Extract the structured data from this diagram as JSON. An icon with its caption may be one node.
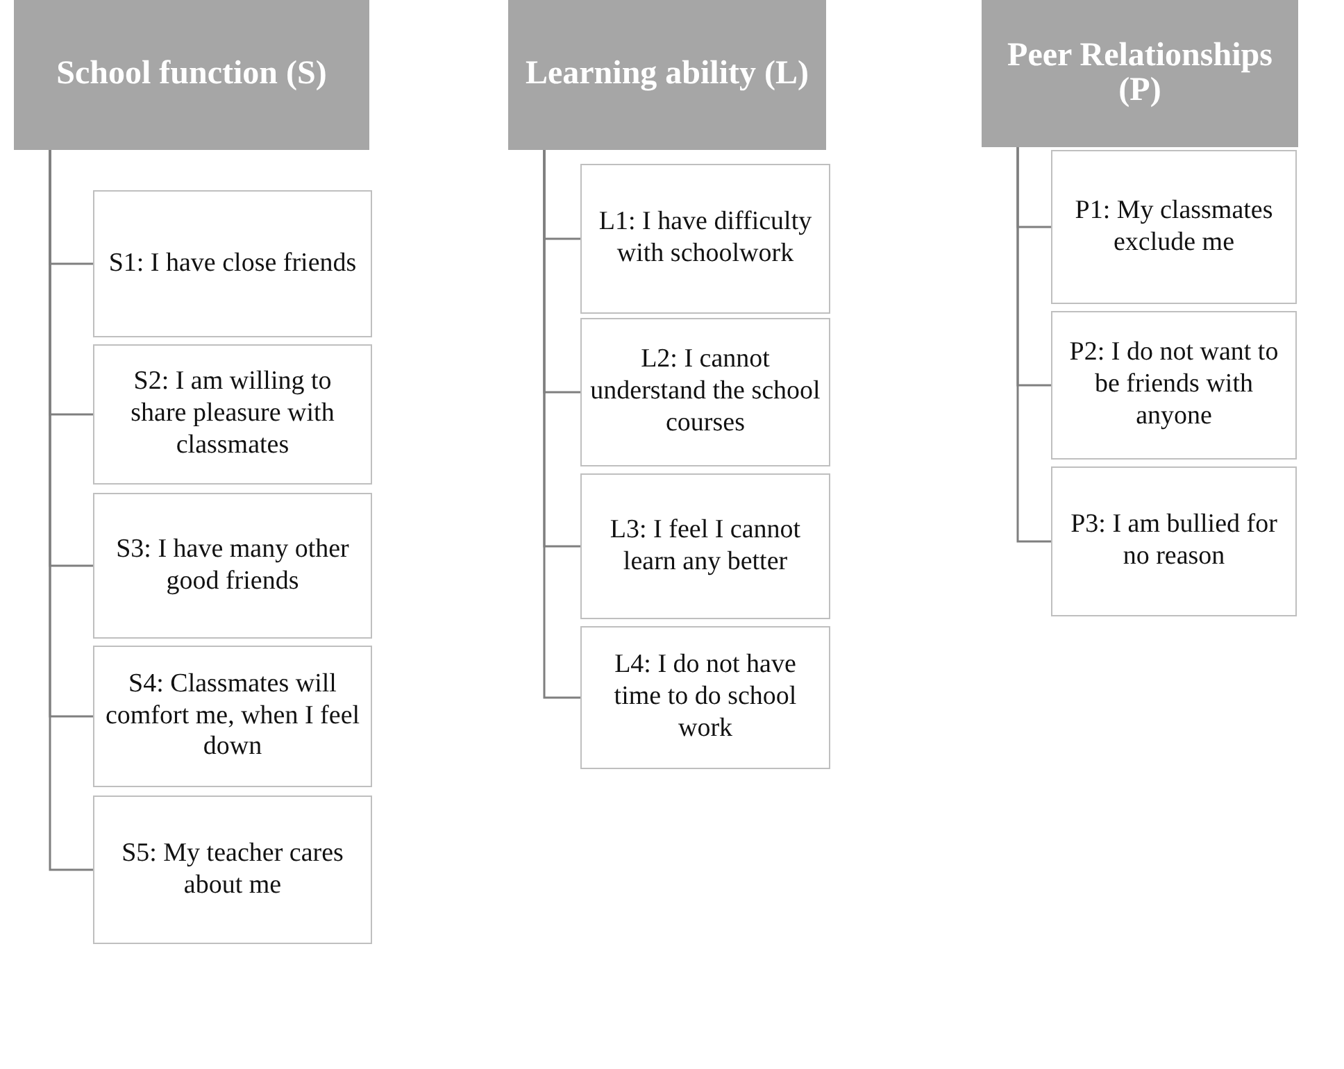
{
  "diagram": {
    "nodes": [
      {
        "text": [
          "School function (S)"
        ]
      },
      {
        "text": [
          "S1: I have close friends"
        ]
      },
      {
        "text": [
          "S2: I am willing to share pleasure with classmates"
        ]
      },
      {
        "text": [
          "S3: I have many other good friends"
        ]
      },
      {
        "text": [
          "S4: Classmates will comfort me, when I feel down"
        ]
      },
      {
        "text": [
          "S5: My teacher cares about me"
        ]
      },
      {
        "text": [
          "Learning ability (L)"
        ]
      },
      {
        "text": [
          "L1: I have difficulty with schoolwork"
        ]
      },
      {
        "text": [
          "L2: I cannot understand the school courses"
        ]
      },
      {
        "text": [
          "L3: I feel I cannot learn any better"
        ]
      },
      {
        "text": [
          "L4: I do not have time to do school work"
        ]
      },
      {
        "text": [
          "Peer Relationships (P)"
        ]
      },
      {
        "text": [
          "P1: My classmates exclude me"
        ]
      },
      {
        "text": [
          "P2: I do not want to be friends with anyone"
        ]
      },
      {
        "text": [
          "P3: I am bullied for no reason"
        ]
      }
    ],
    "edges": [
      {
        "from": 0,
        "to": 1,
        "arrow": "none"
      },
      {
        "from": 0,
        "to": 2,
        "arrow": "none"
      },
      {
        "from": 0,
        "to": 3,
        "arrow": "none"
      },
      {
        "from": 0,
        "to": 4,
        "arrow": "none"
      },
      {
        "from": 0,
        "to": 5,
        "arrow": "none"
      },
      {
        "from": 6,
        "to": 7,
        "arrow": "none"
      },
      {
        "from": 6,
        "to": 8,
        "arrow": "none"
      },
      {
        "from": 6,
        "to": 9,
        "arrow": "none"
      },
      {
        "from": 6,
        "to": 10,
        "arrow": "none"
      },
      {
        "from": 11,
        "to": 12,
        "arrow": "none"
      },
      {
        "from": 11,
        "to": 13,
        "arrow": "none"
      },
      {
        "from": 11,
        "to": 14,
        "arrow": "none"
      }
    ]
  }
}
